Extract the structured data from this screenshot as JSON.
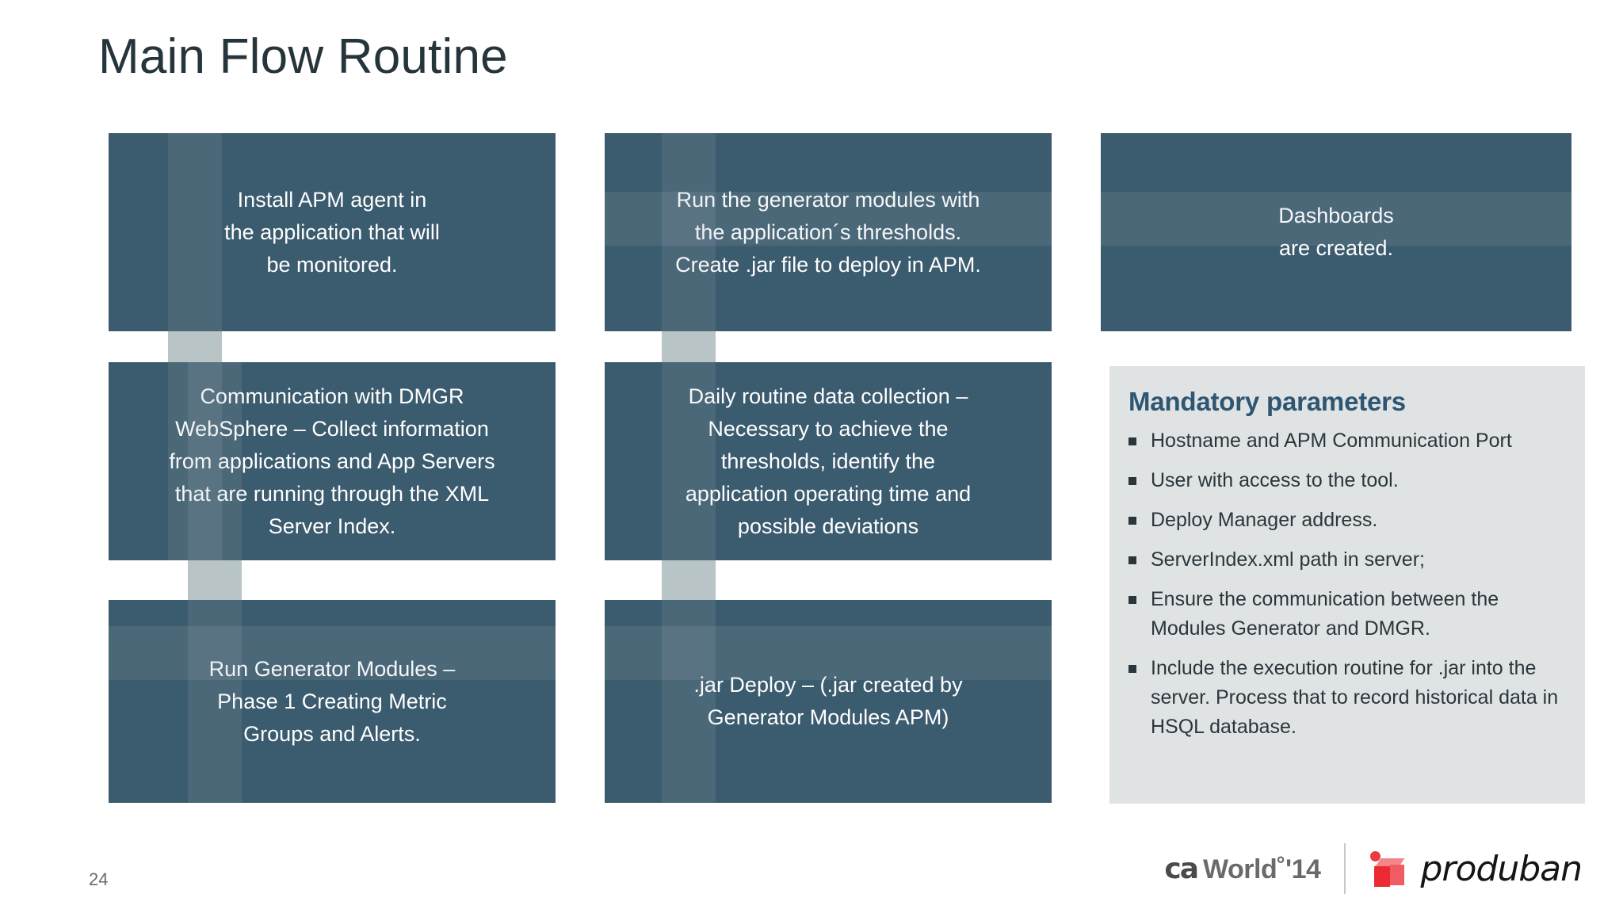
{
  "slide": {
    "title": "Main Flow Routine",
    "page_number": "24",
    "background_color": "#ffffff",
    "box_color": "#3b5b6e",
    "connector_color": "#b8c4c6",
    "panel_color": "#dfe3e4",
    "accent_color": "#2e5672",
    "title_color": "#26343b"
  },
  "flow": {
    "boxes": [
      {
        "id": "install-apm-agent",
        "text": "Install APM agent in\nthe application that will\nbe monitored."
      },
      {
        "id": "run-generator-modules-thresholds",
        "text": "Run the generator modules with\nthe application´s thresholds.\nCreate  .jar  file to deploy in APM."
      },
      {
        "id": "dashboards-created",
        "text": "Dashboards\nare created."
      },
      {
        "id": "communication-dmgr-websphere",
        "text": "Communication with DMGR\nWebSphere – Collect information\nfrom applications and App Servers\nthat are running through the XML\nServer Index."
      },
      {
        "id": "daily-routine-data-collection",
        "text": "Daily routine data collection –\nNecessary to achieve the\nthresholds, identify the\napplication operating time and\npossible deviations"
      },
      {
        "id": "run-generator-modules-phase1",
        "text": "Run Generator Modules –\nPhase 1 Creating Metric\nGroups and Alerts."
      },
      {
        "id": "jar-deploy",
        "text": ".jar Deploy – (.jar created by\nGenerator Modules APM)"
      }
    ]
  },
  "mandatory_parameters": {
    "title": "Mandatory parameters",
    "items": [
      "Hostname and APM Communication Port",
      "User with access to the tool.",
      "Deploy Manager address.",
      "ServerIndex.xml path in server;",
      "Ensure the communication between the Modules Generator and DMGR.",
      "Include the execution routine for .jar into the server. Process that to record historical data in HSQL database."
    ]
  },
  "footer": {
    "ca_mark": "ca",
    "ca_world_text": "World˚'14",
    "produban_text": "produban"
  }
}
